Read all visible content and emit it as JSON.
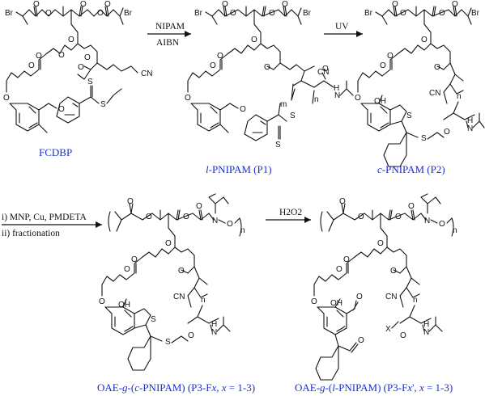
{
  "figure": {
    "arrows": [
      {
        "id": "step1",
        "above": "NIPAM",
        "below": "AIBN"
      },
      {
        "id": "step2",
        "above": "UV",
        "below": ""
      },
      {
        "id": "step3",
        "lines": [
          "i) MNP, Cu, PMDETA",
          "ii) fractionation"
        ]
      },
      {
        "id": "step4",
        "above": "H2O2",
        "below": ""
      }
    ],
    "compounds": [
      {
        "id": "fcdbp",
        "label": "FCDBP"
      },
      {
        "id": "p1",
        "label_prefix": "l",
        "label_rest": "-PNIPAM (P1)"
      },
      {
        "id": "p2",
        "label_prefix": "c",
        "label_rest": "-PNIPAM (P2)"
      },
      {
        "id": "p3",
        "label_a": "OAE-",
        "label_g": "g",
        "label_b": "-(",
        "label_prefix": "c",
        "label_c": "-PNIPAM) (P3-F",
        "label_x": "x",
        "label_d": ", ",
        "label_x2": "x",
        "label_e": " = 1-3)"
      },
      {
        "id": "p3p",
        "label_a": "OAE-",
        "label_g": "g",
        "label_b": "-(",
        "label_prefix": "l",
        "label_c": "-PNIPAM) (P3-F",
        "label_x": "x",
        "label_d": "', ",
        "label_x2": "x",
        "label_e": " = 1-3)"
      }
    ],
    "atoms": {
      "br": "Br",
      "o": "O",
      "s": "S",
      "cn": "CN",
      "n": "N",
      "h": "H",
      "oh": "OH",
      "x": "X",
      "n_sub": "n",
      "m_sub": "m",
      "n_small": "n"
    }
  }
}
